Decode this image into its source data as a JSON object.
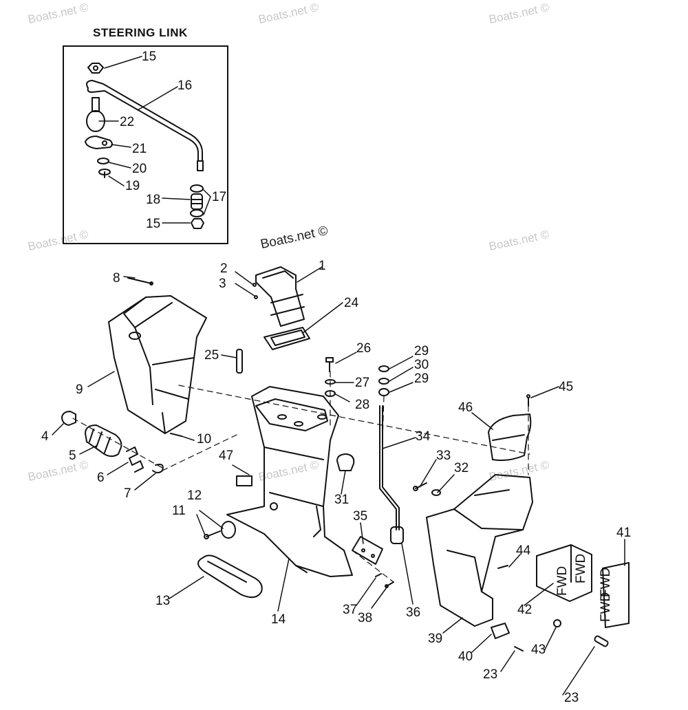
{
  "title": "STEERING LINK",
  "watermark": "Boats.net ©",
  "callouts": [
    "1",
    "2",
    "3",
    "4",
    "5",
    "6",
    "7",
    "8",
    "9",
    "10",
    "11",
    "12",
    "13",
    "14",
    "15",
    "16",
    "17",
    "18",
    "19",
    "20",
    "21",
    "22",
    "23",
    "24",
    "25",
    "26",
    "27",
    "28",
    "29",
    "30",
    "31",
    "32",
    "33",
    "34",
    "35",
    "36",
    "37",
    "38",
    "39",
    "40",
    "41",
    "42",
    "43",
    "44",
    "45",
    "46",
    "47"
  ],
  "tag_text": "FWD"
}
